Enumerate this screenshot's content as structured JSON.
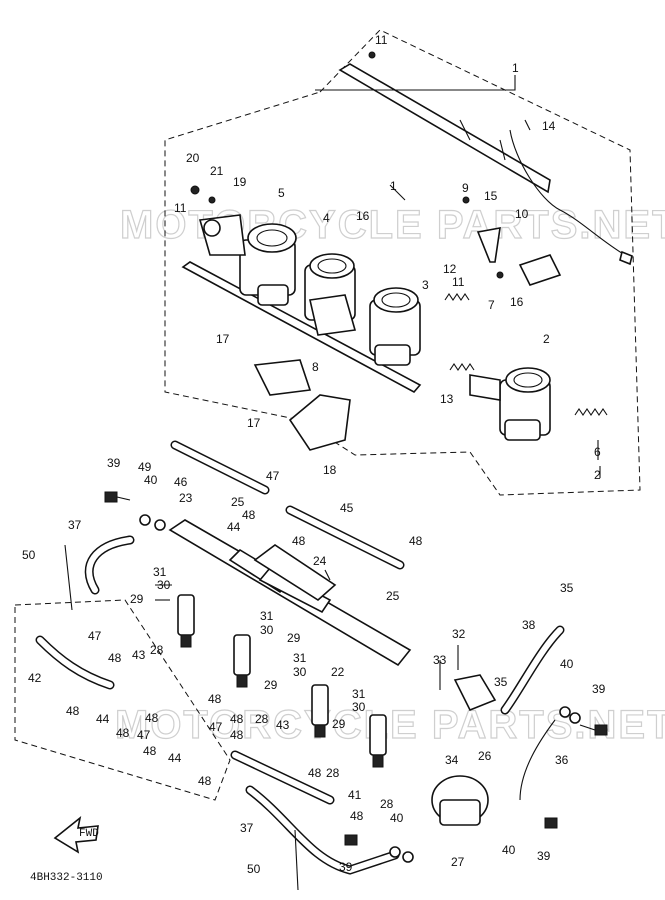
{
  "diagram": {
    "watermark": "MOTORCYCLE PARTS.NET",
    "diagram_code": "4BH332-3110",
    "front_arrow_label": "FWD",
    "callouts": [
      "1",
      "2",
      "3",
      "4",
      "5",
      "6",
      "7",
      "8",
      "9",
      "10",
      "11",
      "12",
      "13",
      "14",
      "15",
      "16",
      "17",
      "18",
      "19",
      "20",
      "21",
      "22",
      "23",
      "24",
      "25",
      "26",
      "27",
      "28",
      "29",
      "30",
      "31",
      "32",
      "33",
      "34",
      "35",
      "36",
      "37",
      "38",
      "39",
      "40",
      "41",
      "42",
      "43",
      "44",
      "45",
      "46",
      "47",
      "48",
      "49",
      "50"
    ]
  }
}
